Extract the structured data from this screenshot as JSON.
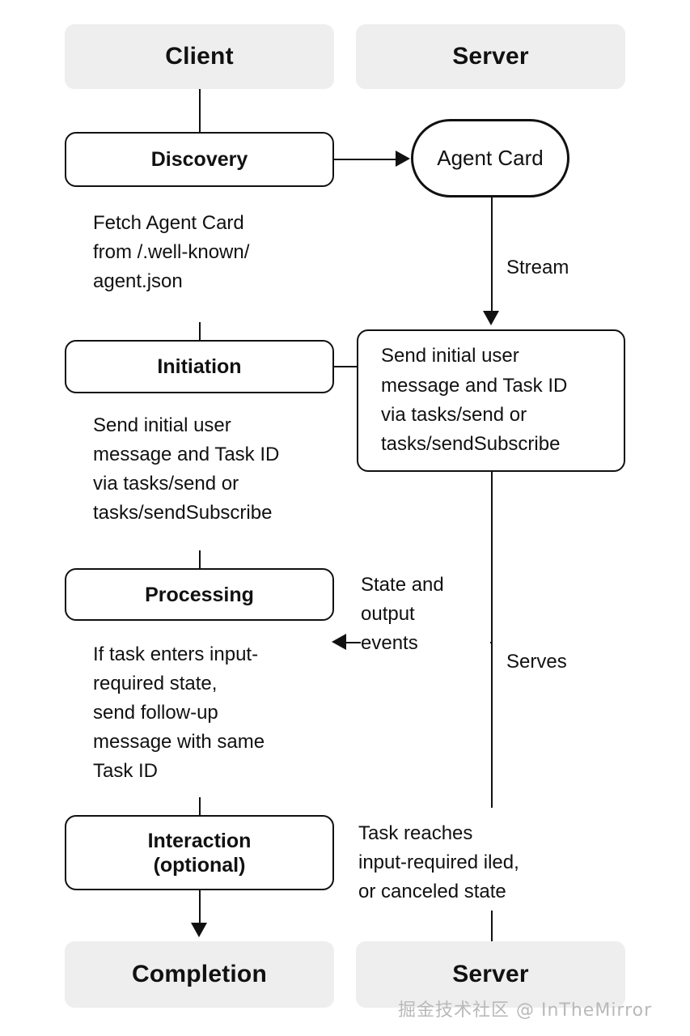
{
  "diagram": {
    "title": "A2A Client-Server Task Lifecycle",
    "lanes": [
      {
        "id": "client",
        "label": "Client"
      },
      {
        "id": "server",
        "label": "Server"
      }
    ],
    "client_column": {
      "steps": [
        {
          "id": "discovery",
          "label": "Discovery"
        },
        {
          "id": "initiation",
          "label": "Initiation"
        },
        {
          "id": "processing",
          "label": "Processing"
        },
        {
          "id": "interaction",
          "label": "Interaction\n(optional)"
        }
      ],
      "notes": [
        {
          "id": "discovery-note",
          "text": "Fetch Agent Card\nfrom /.well-known/\nagent.json"
        },
        {
          "id": "initiation-note",
          "text": "Send initial user\nmessage and Task ID\nvia tasks/send or\ntasks/sendSubscribe"
        },
        {
          "id": "processing-note",
          "text": "If task enters input-\nrequired state,\nsend follow-up\nmessage with same\nTask ID"
        }
      ],
      "terminal": {
        "id": "completion",
        "label": "Completion"
      }
    },
    "server_column": {
      "agent_card": {
        "id": "agent-card",
        "label": "Agent Card"
      },
      "message_box": {
        "id": "send-message-box",
        "text": "Send initial user\nmessage and Task ID\nvia tasks/send or\ntasks/sendSubscribe"
      },
      "notes": [
        {
          "id": "completion-note",
          "text": "Task reaches\ninput-required iled,\nor canceled state"
        }
      ],
      "terminal": {
        "id": "server-terminal",
        "label": "Server"
      }
    },
    "edge_labels": [
      {
        "id": "stream-label",
        "text": "Stream"
      },
      {
        "id": "state-output-events-label",
        "text": "State and\noutput\nevents"
      },
      {
        "id": "serves-label",
        "text": "Serves"
      }
    ],
    "watermark": {
      "text": "掘金技术社区 @ InTheMirror"
    },
    "colors": {
      "lane_fill": "#eeeeee",
      "stroke": "#111111",
      "page_background": "#ffffff",
      "watermark": "#b9b9b9"
    }
  }
}
